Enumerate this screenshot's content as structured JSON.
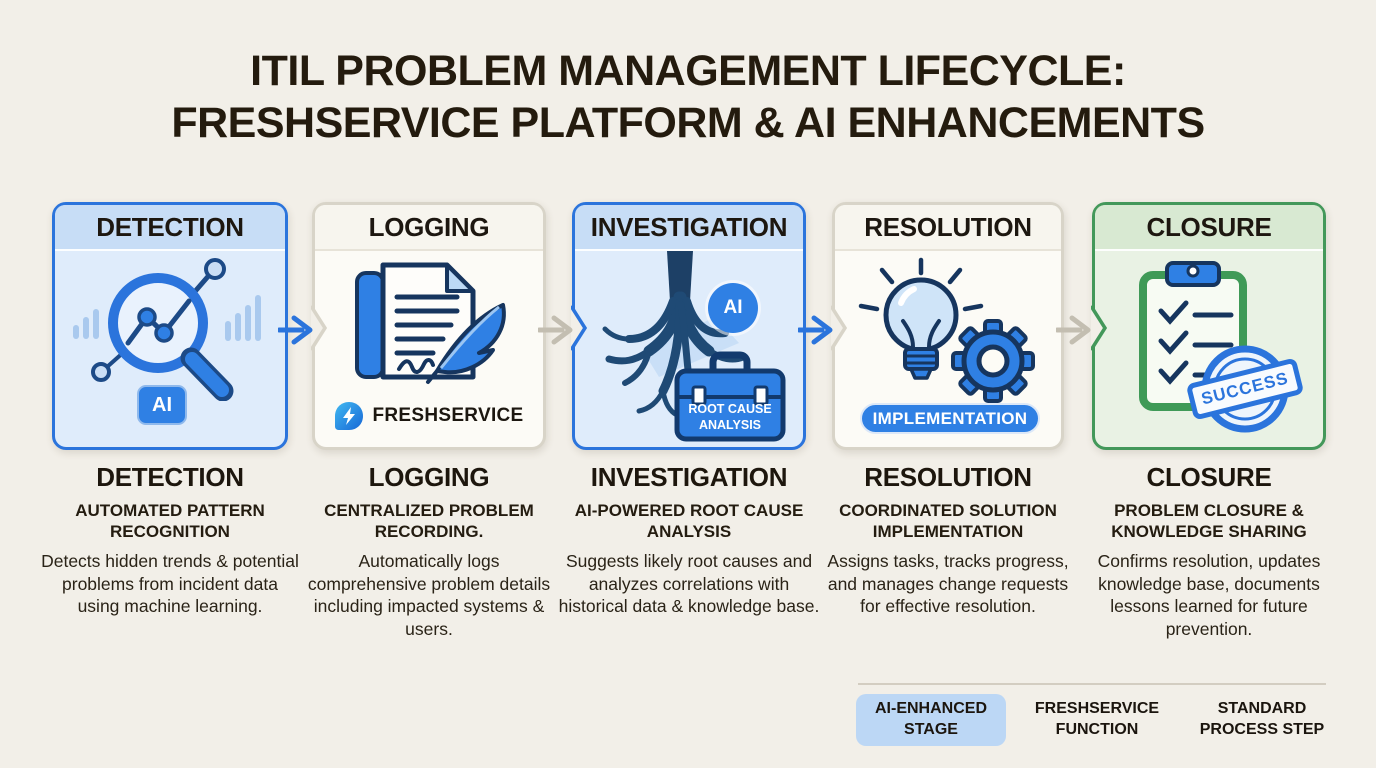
{
  "title": {
    "line1": "ITIL PROBLEM MANAGEMENT LIFECYCLE:",
    "line2": "FRESHSERVICE PLATFORM & AI ENHANCEMENTS"
  },
  "stages": [
    {
      "card_label": "DETECTION",
      "category": "ai-enhanced-stage",
      "icon": "magnifier-trend-chart-icon",
      "ai_badge": "AI",
      "name": "DETECTION",
      "subtitle": "AUTOMATED PATTERN RECOGNITION",
      "description": "Detects hidden trends & potential problems from incident data using machine learning."
    },
    {
      "card_label": "LOGGING",
      "category": "freshservice-function",
      "icon": "document-quill-icon",
      "logo_icon": "freshservice-bolt-icon",
      "logo_label": "FRESHSERVICE",
      "name": "LOGGING",
      "subtitle": "CENTRALIZED PROBLEM RECORDING.",
      "description": "Automatically logs comprehensive problem details including impacted systems & users."
    },
    {
      "card_label": "INVESTIGATION",
      "category": "ai-enhanced-stage",
      "icon": "root-cause-tree-icon",
      "ai_badge": "AI",
      "toolbox_line1": "ROOT CAUSE",
      "toolbox_line2": "ANALYSIS",
      "name": "INVESTIGATION",
      "subtitle": "AI-POWERED ROOT CAUSE ANALYSIS",
      "description": "Suggests likely root causes and analyzes correlations with historical data & knowledge base."
    },
    {
      "card_label": "RESOLUTION",
      "category": "standard-process-step",
      "icon": "lightbulb-gear-icon",
      "pill_label": "IMPLEMENTATION",
      "name": "RESOLUTION",
      "subtitle": "COORDINATED SOLUTION IMPLEMENTATION",
      "description": "Assigns tasks, tracks progress, and manages change requests for effective resolution."
    },
    {
      "card_label": "CLOSURE",
      "category": "standard-process-step",
      "icon": "clipboard-checklist-success-icon",
      "stamp_label": "SUCCESS",
      "name": "CLOSURE",
      "subtitle": "PROBLEM CLOSURE & KNOWLEDGE SHARING",
      "description": "Confirms resolution, updates knowledge base, documents lessons learned for future prevention."
    }
  ],
  "legend": {
    "items": [
      {
        "line1": "AI-ENHANCED",
        "line2": "STAGE",
        "highlighted": true
      },
      {
        "line1": "FRESHSERVICE",
        "line2": "FUNCTION",
        "highlighted": false
      },
      {
        "line1": "STANDARD",
        "line2": "PROCESS STEP",
        "highlighted": false
      }
    ]
  },
  "colors": {
    "background": "#f2efe8",
    "ai_blue": "#2f80e4",
    "blue_border": "#2b74dc",
    "green_border": "#43985a",
    "navy_stroke": "#16355e",
    "gray_arrow": "#c3beb1",
    "legend_chip": "#bcd7f5"
  }
}
